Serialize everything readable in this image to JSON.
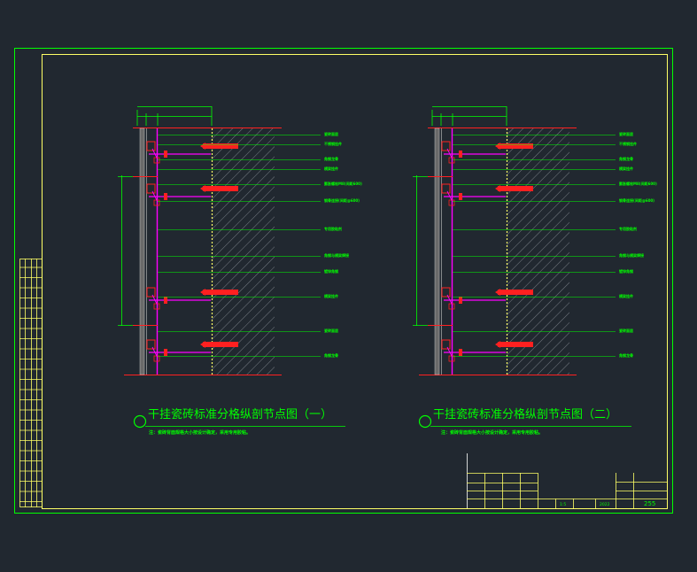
{
  "drawing_a": {
    "title": "干挂瓷砖标准分格纵剖节点图（一）",
    "note": "注：瓷砖背面规格大小按设计确定，采用专用胶粘。",
    "labels": [
      "瓷砖面层",
      "不锈钢挂件",
      "角钢龙骨",
      "横梁挂件",
      "膨胀螺栓M8(间距600)",
      "钢骨连接(间距@600)",
      "专用胶粘剂",
      "角钢与横梁焊接",
      "镀锌角钢",
      "横梁挂件",
      "瓷砖面层",
      "角钢龙骨"
    ]
  },
  "drawing_b": {
    "title": "干挂瓷砖标准分格纵剖节点图（二）",
    "note": "注：瓷砖背面规格大小按设计确定，采用专用胶粘。",
    "labels": [
      "瓷砖面层",
      "不锈钢挂件",
      "角钢龙骨",
      "横梁挂件",
      "膨胀螺栓M8(间距600)",
      "钢骨连接(间距@600)",
      "专用胶粘剂",
      "角钢与横梁焊接",
      "镀锌角钢",
      "横梁挂件",
      "瓷砖面层",
      "角钢龙骨"
    ]
  },
  "title_block": {
    "scale": "1:5",
    "date": "2022",
    "sheet_number": "255"
  },
  "colors": {
    "background": "#212830",
    "frame": "#ffff66",
    "outer_frame": "#00ff00",
    "dim_lines": "#00ff00",
    "steel": "#ff00ff",
    "anchor": "#ff2020",
    "hatch": "#a0a0a0"
  }
}
